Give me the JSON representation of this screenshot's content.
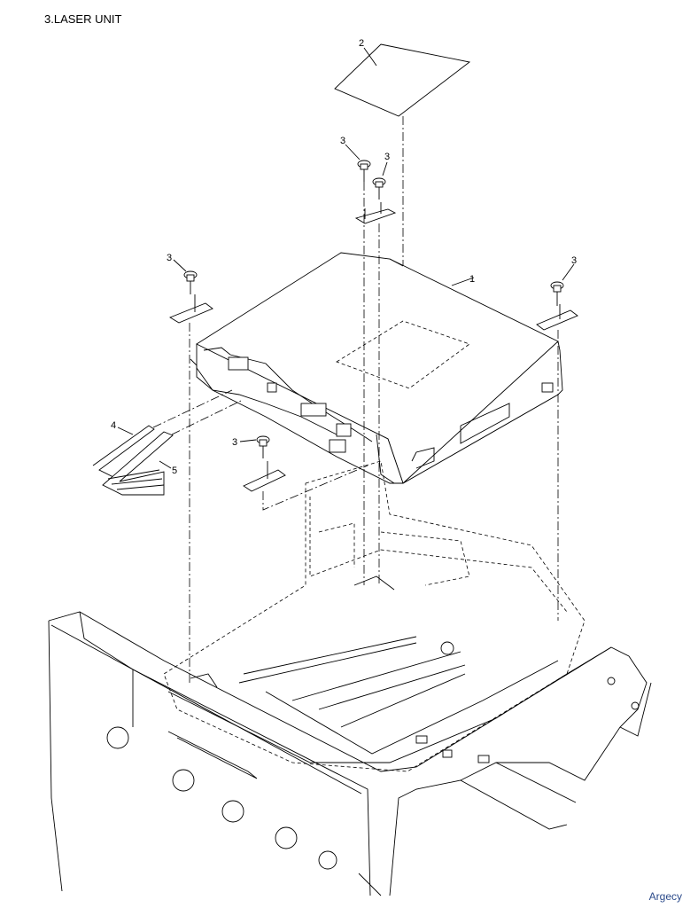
{
  "title": "3.LASER UNIT",
  "watermark": "Argecy",
  "callouts": {
    "laser_unit": "1",
    "label_sheet": "2",
    "screw_top_a": "3",
    "screw_top_b": "3",
    "screw_left": "3",
    "screw_right": "3",
    "screw_front": "3",
    "harness_a": "4",
    "harness_b": "5"
  }
}
